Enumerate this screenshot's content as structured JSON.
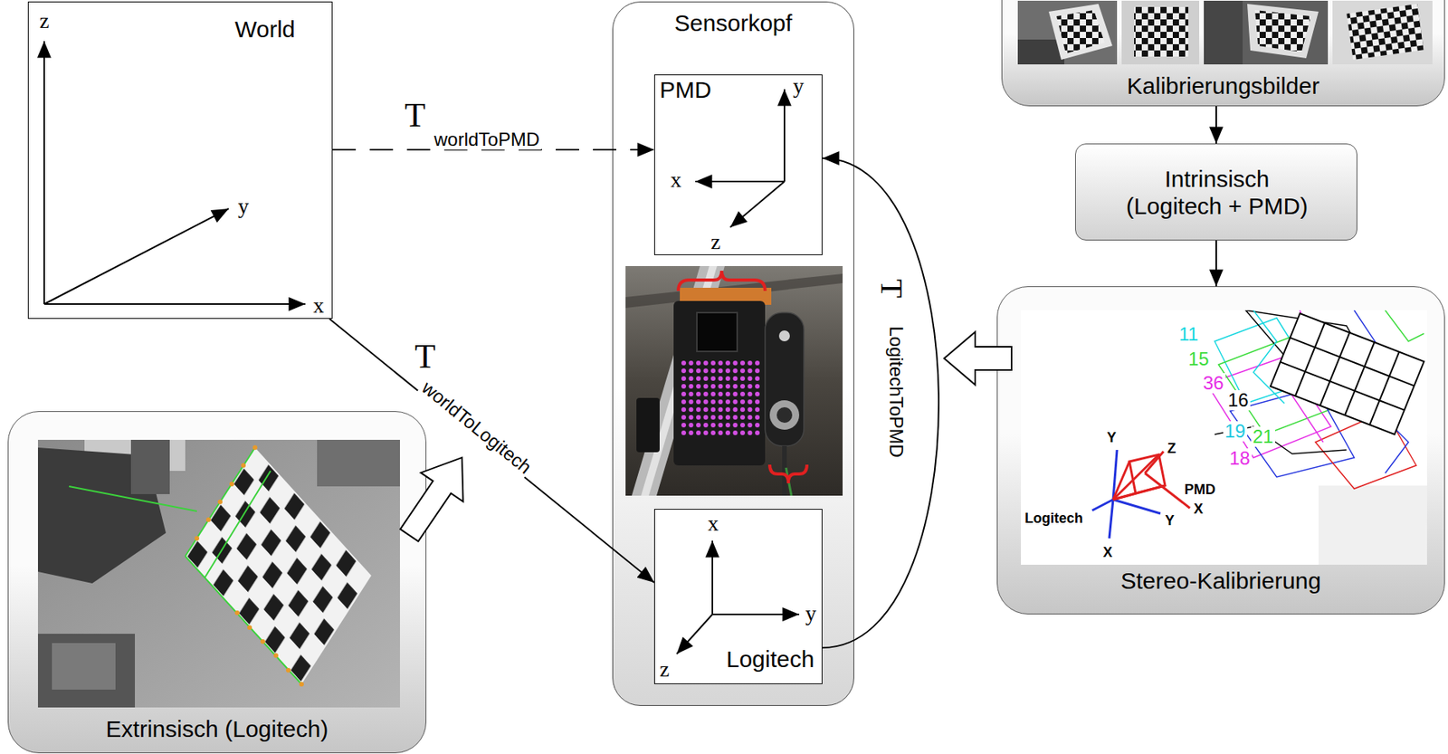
{
  "diagram": {
    "nodes": [
      {
        "text": [
          "World",
          "z",
          "y",
          "x"
        ]
      },
      {
        "text": [
          "Sensorkopf"
        ]
      },
      {
        "text": [
          "PMD",
          "y",
          "x",
          "z"
        ],
        "in": 1
      },
      {
        "text": [
          "x",
          "y",
          "z",
          "Logitech"
        ],
        "in": 1
      },
      {
        "text": [
          "Kalibrierungsbilder"
        ]
      },
      {
        "text": [
          "Intrinsisch (Logitech + PMD)"
        ]
      },
      {
        "text": [
          "Stereo-Kalibrierung"
        ]
      },
      {
        "text": [
          "Extrinsisch (Logitech)"
        ]
      }
    ],
    "edges": [
      {
        "from": 0,
        "to": 2,
        "arrow": "to",
        "label": "T"
      },
      {
        "from": 0,
        "to": 3,
        "arrow": "to",
        "label": "T"
      },
      {
        "from": 3,
        "to": 2,
        "arrow": "to",
        "label": "T"
      },
      {
        "from": 4,
        "to": 5,
        "arrow": "to"
      },
      {
        "from": 5,
        "to": 6,
        "arrow": "to"
      }
    ],
    "labels": [
      "worldToPMD",
      "worldToLogitech",
      "LogitechToPMD",
      "11",
      "15",
      "36",
      "16",
      "19",
      "21",
      "18",
      "Y",
      "Z",
      "PMD",
      "Y",
      "X",
      "Logitech",
      "X"
    ]
  }
}
